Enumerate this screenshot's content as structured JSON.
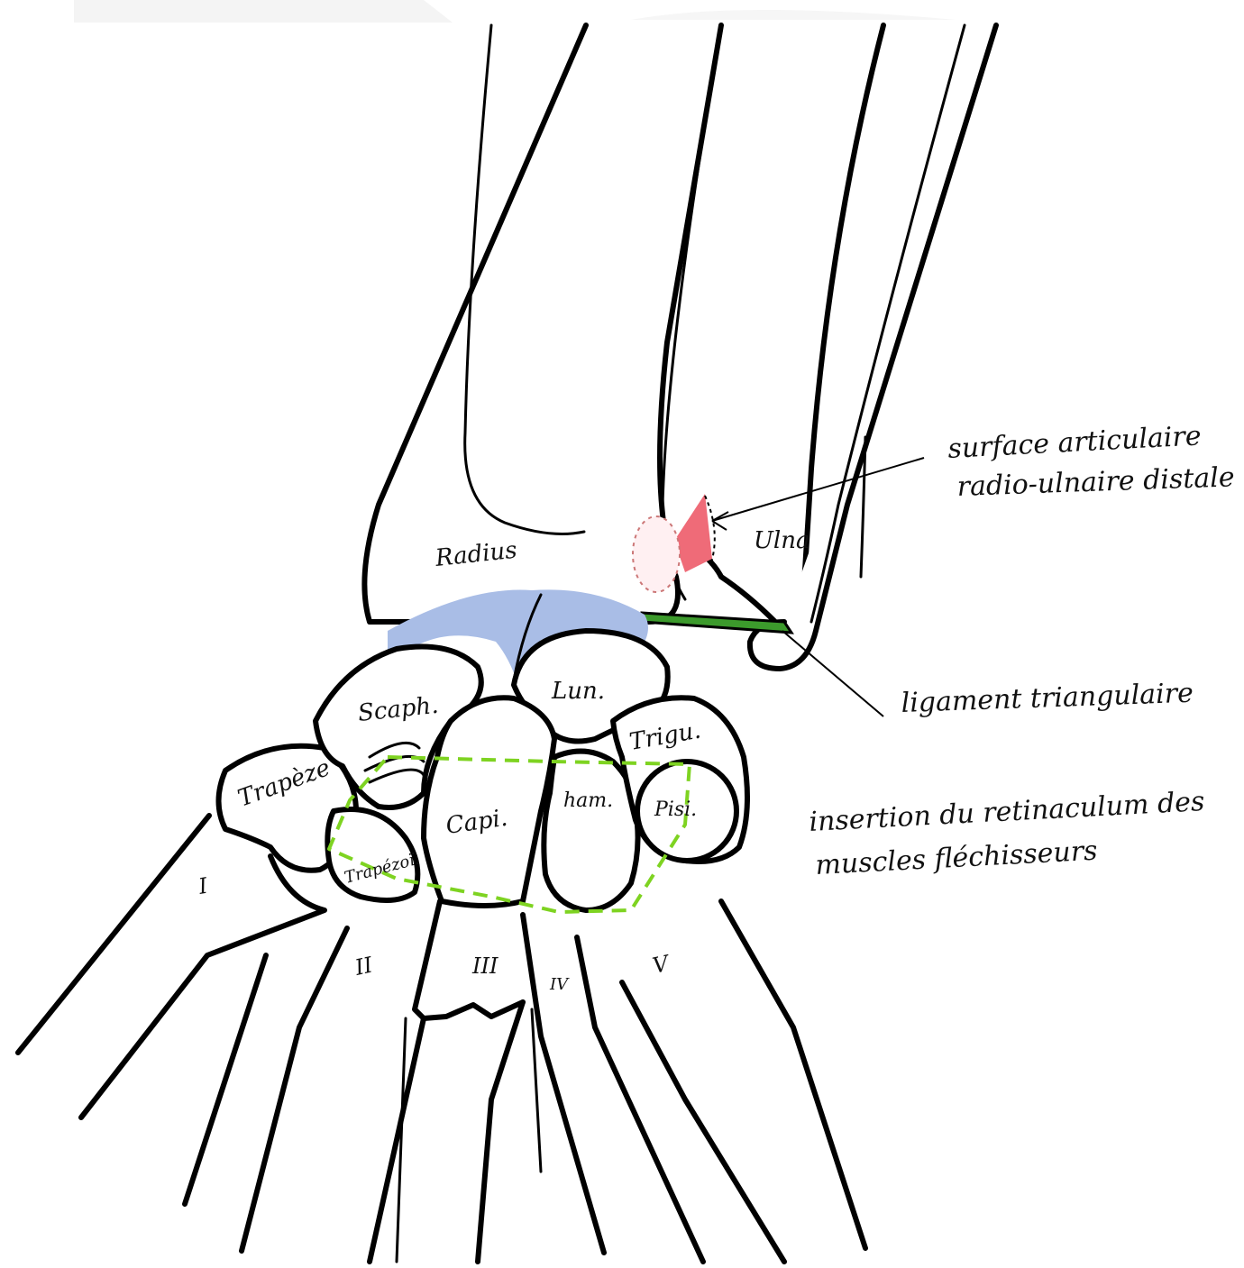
{
  "colors": {
    "cartilage": "#a9bde6",
    "articular_surface": "#ef6b78",
    "ligament": "#3c9a2c",
    "retinaculum": "#7ed321",
    "outline": "#000000"
  },
  "bones": {
    "radius": "Radius",
    "ulna": "Ulna",
    "lunate": "Lun.",
    "scaphoid": "Scaph.",
    "triquetrum": "Trigu.",
    "trapezium": "Trapèze",
    "trapezoid": "Trapézoï.",
    "capitate": "Capi.",
    "hamate": "ham.",
    "pisiform": "Pisi."
  },
  "metacarpals": [
    "I",
    "II",
    "III",
    "IV",
    "V"
  ],
  "annotations": {
    "articular_surface": [
      "surface articulaire",
      "radio-ulnaire distale"
    ],
    "ligament": "ligament triangulaire",
    "retinaculum": [
      "insertion du retinaculum des",
      "muscles fléchisseurs"
    ]
  }
}
